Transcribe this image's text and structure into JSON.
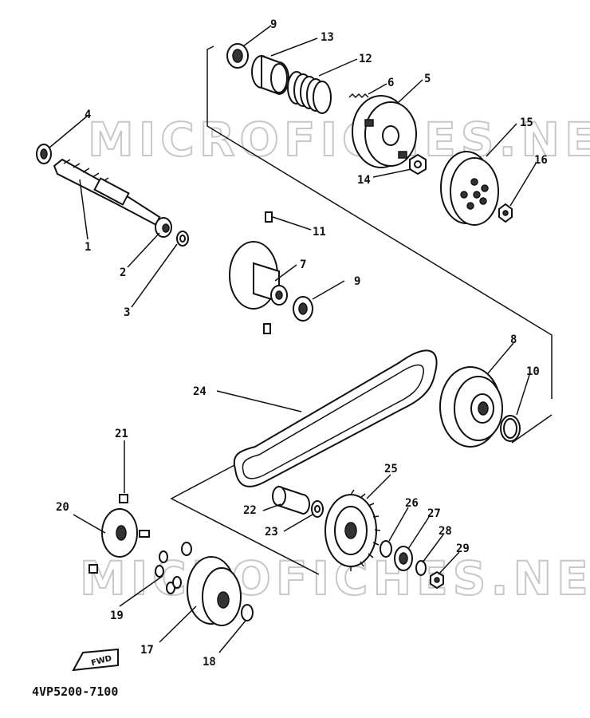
{
  "watermark": [
    "MICROFICHES.NET",
    "MICROFICHES.NET"
  ],
  "diagram_code": "4VP5200-7100",
  "fwd_label": "FWD",
  "callouts": {
    "p1": "1",
    "p2": "2",
    "p3": "3",
    "p4": "4",
    "p5": "5",
    "p6": "6",
    "p7": "7",
    "p8": "8",
    "p9a": "9",
    "p9b": "9",
    "p10": "10",
    "p11": "11",
    "p12": "12",
    "p13": "13",
    "p14": "14",
    "p15": "15",
    "p16": "16",
    "p17": "17",
    "p18": "18",
    "p19": "19",
    "p20": "20",
    "p21": "21",
    "p22": "22",
    "p23": "23",
    "p24": "24",
    "p25": "25",
    "p26": "26",
    "p27": "27",
    "p28": "28",
    "p29": "29"
  }
}
